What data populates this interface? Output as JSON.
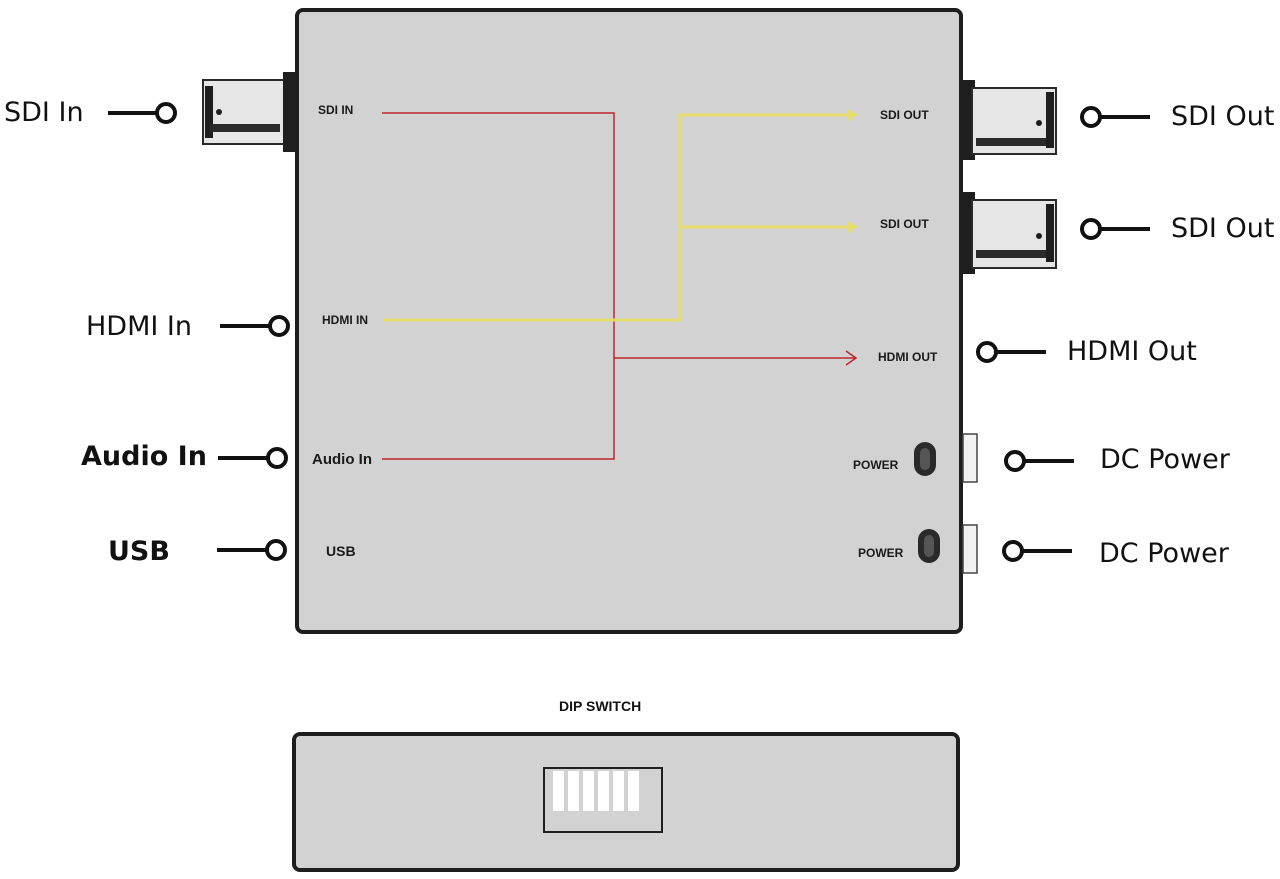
{
  "external_labels": {
    "sdi_in": "SDI In",
    "hdmi_in": "HDMI In",
    "audio_in": "Audio In",
    "usb": "USB",
    "sdi_out_1": "SDI Out",
    "sdi_out_2": "SDI Out",
    "hdmi_out": "HDMI Out",
    "dc_power_1": "DC Power",
    "dc_power_2": "DC Power"
  },
  "panel_labels": {
    "sdi_in": "SDI IN",
    "hdmi_in": "HDMI IN",
    "audio_in": "Audio In",
    "usb": "USB",
    "sdi_out_1": "SDI OUT",
    "sdi_out_2": "SDI OUT",
    "hdmi_out": "HDMI OUT",
    "power_1": "POWER",
    "power_2": "POWER"
  },
  "dip_switch": {
    "title": "DIP SWITCH",
    "switch_count": 6
  },
  "colors": {
    "panel": "#d2d2d2",
    "panel_border": "#1e1e1e",
    "signal_red": "#c0262d",
    "signal_yellow": "#e6dc6c"
  }
}
